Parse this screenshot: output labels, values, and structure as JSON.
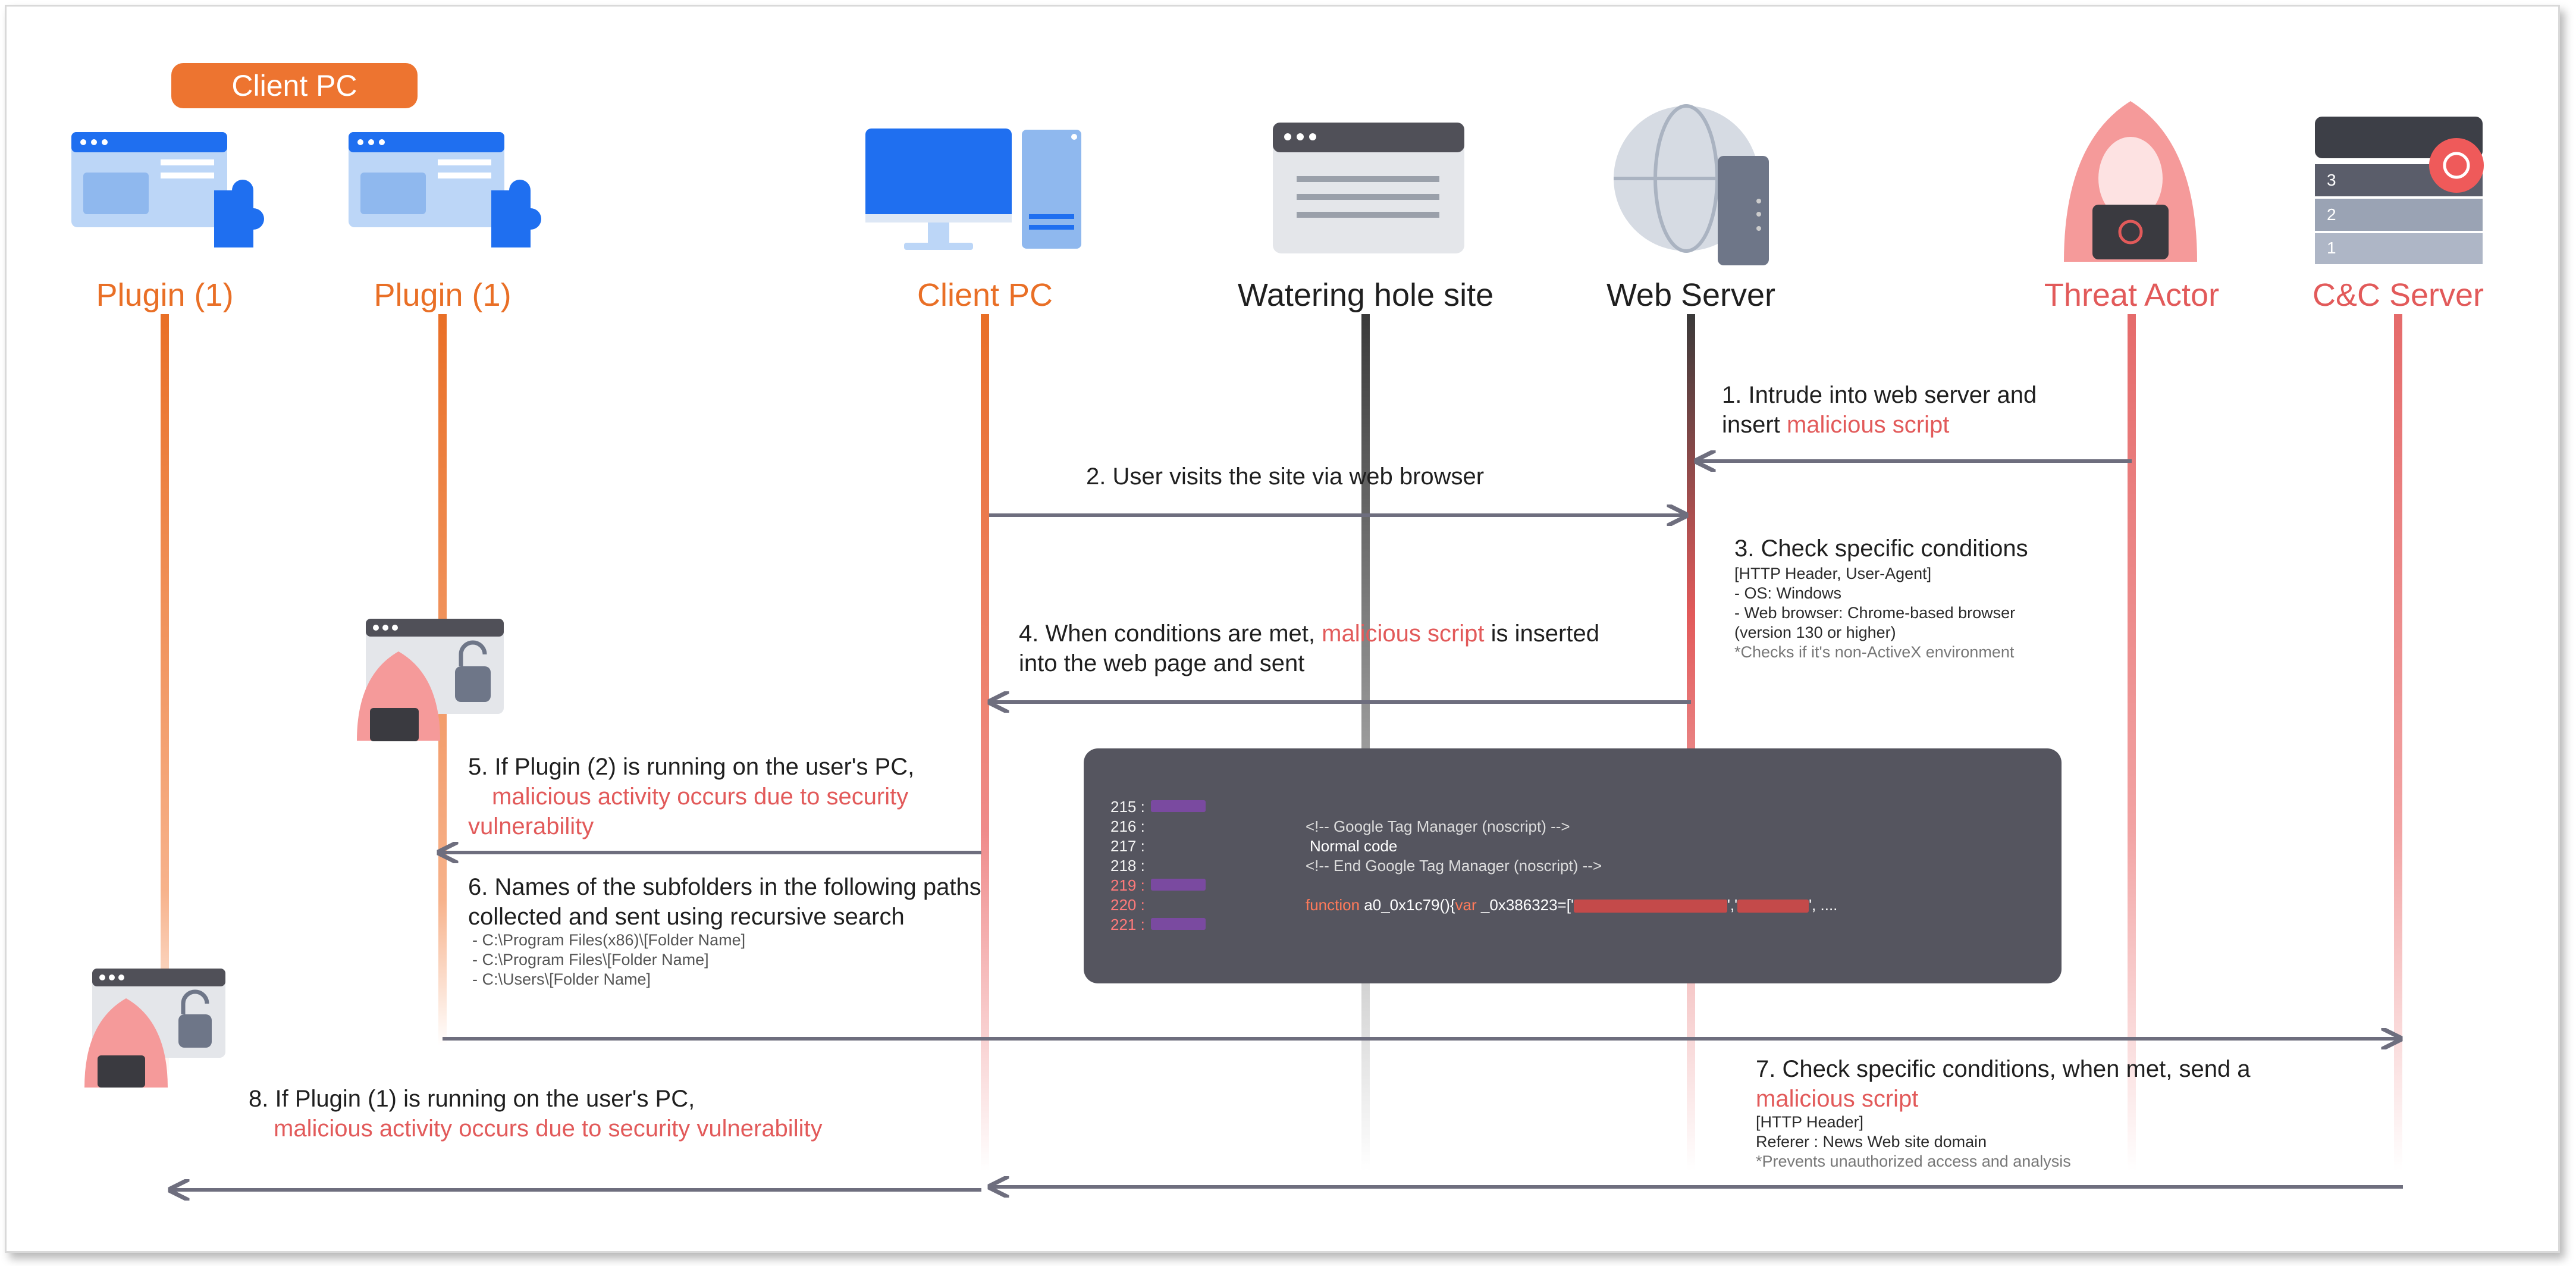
{
  "header_pill": "Client PC",
  "actors": {
    "plugin_a": "Plugin (1)",
    "plugin_b": "Plugin (1)",
    "client_pc": "Client PC",
    "watering_hole": "Watering hole site",
    "web_server": "Web Server",
    "threat_actor": "Threat Actor",
    "cc_server": "C&C Server"
  },
  "steps": {
    "s1": {
      "line1": "1. Intrude into web server and",
      "line2_a": "insert ",
      "line2_b": "malicious script"
    },
    "s2": {
      "text": "2. User visits the site via web browser"
    },
    "s3": {
      "title": "3. Check specific conditions",
      "l1": "[HTTP Header, User-Agent]",
      "l2": "- OS: Windows",
      "l3": "- Web browser: Chrome-based browser",
      "l4": "(version 130 or higher)",
      "note": "*Checks if it's non-ActiveX environment"
    },
    "s4": {
      "line1_a": "4. When conditions are met, ",
      "line1_b": "malicious script",
      "line1_c": " is inserted",
      "line2": "into the web page and sent"
    },
    "s5": {
      "line1": "5. If Plugin (2) is running on the user's PC,",
      "line2": "malicious activity occurs due to security",
      "line3": "vulnerability"
    },
    "s6": {
      "line1": "6. Names of the subfolders in the following paths",
      "line2": "collected and sent using recursive search",
      "p1": "- C:\\Program Files(x86)\\[Folder Name]",
      "p2": "- C:\\Program Files\\[Folder Name]",
      "p3": "- C:\\Users\\[Folder Name]"
    },
    "s7": {
      "line1": "7. Check specific conditions, when met, send a",
      "line2": "malicious script",
      "l1": "[HTTP Header]",
      "l2": "Referer : News Web site domain",
      "note": "*Prevents unauthorized access and analysis"
    },
    "s8": {
      "line1": "8. If Plugin (1) is running on the user's PC,",
      "line2": "malicious activity occurs due to security vulnerability"
    }
  },
  "code": {
    "l215": "215 :",
    "l216": "216 :",
    "l217": "217 :",
    "l218": "218 :",
    "l219": "219 :",
    "l220": "220 :",
    "l221": "221 :",
    "c216": "<!-- Google Tag Manager (noscript) -->",
    "c217": "Normal code",
    "c218": "<!-- End Google Tag Manager (noscript) -->",
    "c220_a": "function",
    "c220_b": " a0_0x1c79(){",
    "c220_c": "var",
    "c220_d": " _0x386323=['",
    "c220_e": "', ...."
  },
  "colors": {
    "orange": "#e96f26",
    "red": "#e25a5a",
    "arrow": "#6e6e7e",
    "code_bg": "#55555f"
  },
  "icons": [
    "browser-plugin-icon",
    "desktop-computer-icon",
    "browser-window-icon",
    "globe-server-icon",
    "hooded-hacker-icon",
    "server-rack-biohazard-icon",
    "padlock-open-icon"
  ]
}
